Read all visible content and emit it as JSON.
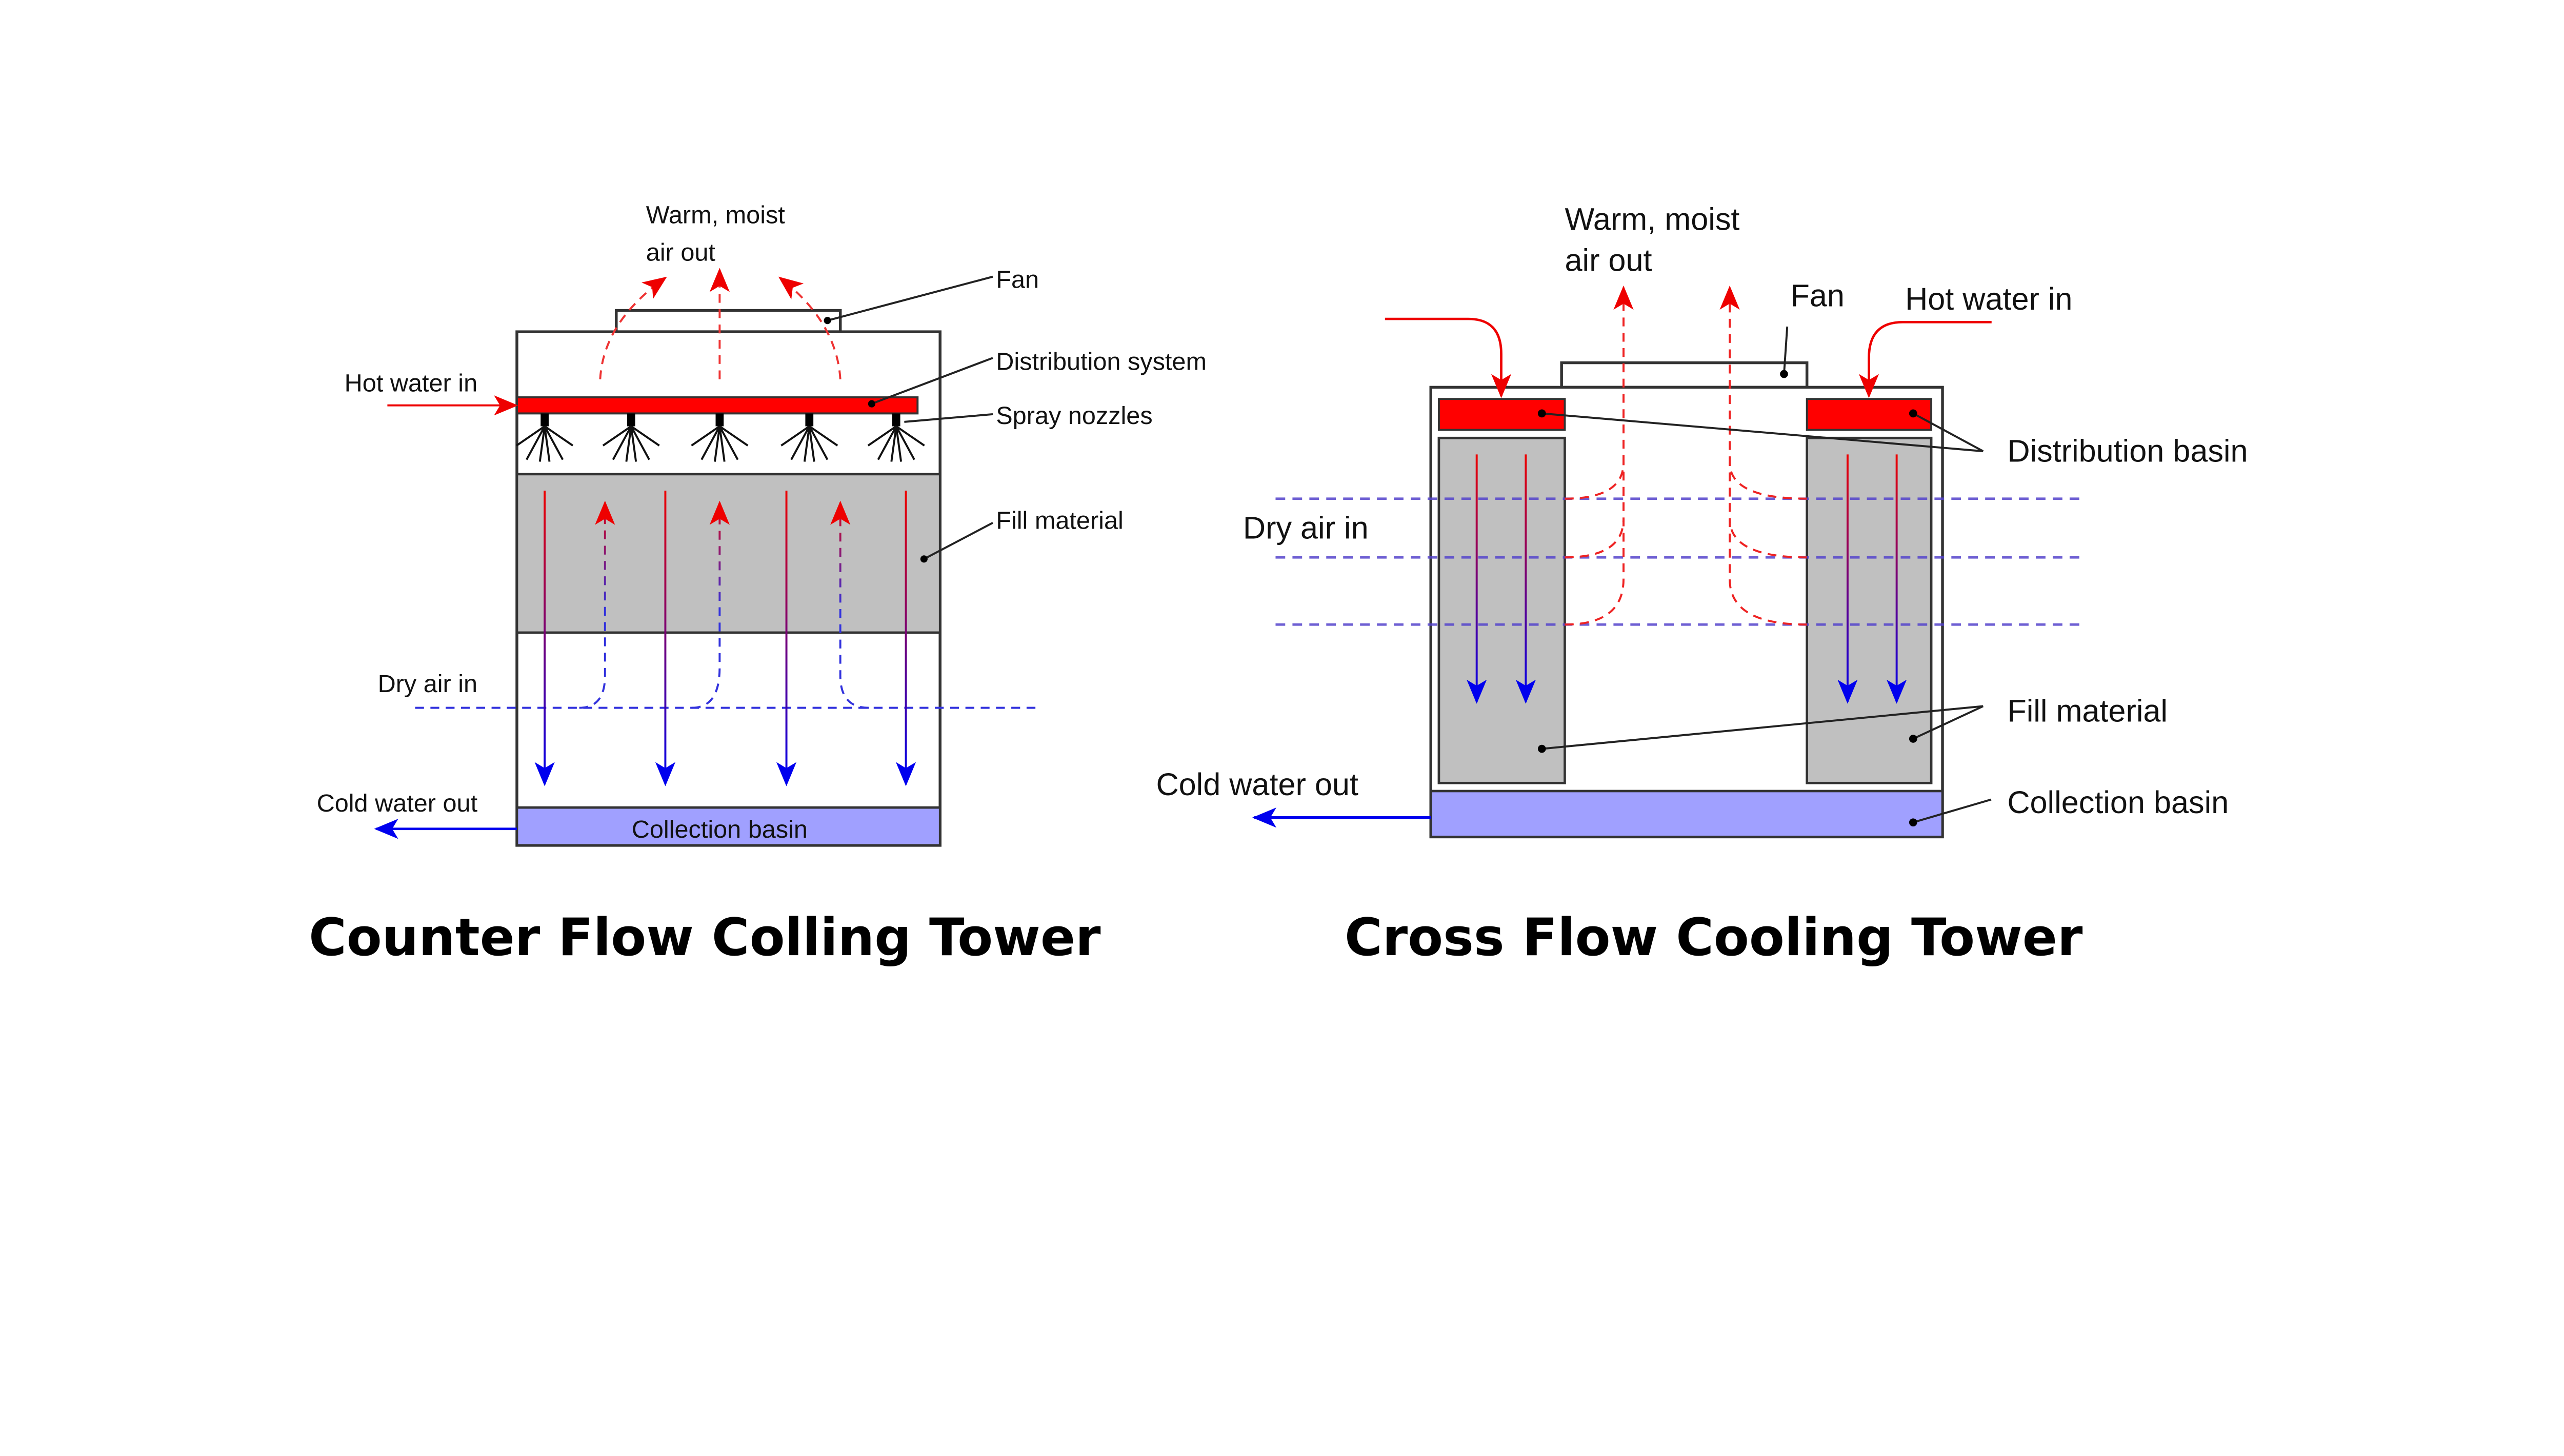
{
  "counter_flow": {
    "title": "Counter Flow Colling Tower",
    "labels": {
      "warm_air_1": "Warm, moist",
      "warm_air_2": "air out",
      "fan": "Fan",
      "distribution": "Distribution system",
      "spray": "Spray nozzles",
      "fill": "Fill material",
      "hot_water": "Hot water in",
      "dry_air": "Dry air in",
      "cold_water": "Cold water out",
      "collection": "Collection basin"
    }
  },
  "cross_flow": {
    "title": "Cross Flow Cooling Tower",
    "labels": {
      "warm_air_1": "Warm, moist",
      "warm_air_2": "air out",
      "fan": "Fan",
      "hot_water": "Hot water in",
      "distribution": "Distribution basin",
      "dry_air": "Dry air in",
      "fill": "Fill material",
      "cold_water": "Cold water out",
      "collection": "Collection basin"
    }
  },
  "colors": {
    "hot_water": "#ff0000",
    "cold_water": "#0000ee",
    "fill_material": "#c0c0c0",
    "collection_basin": "#a0a0ff"
  }
}
